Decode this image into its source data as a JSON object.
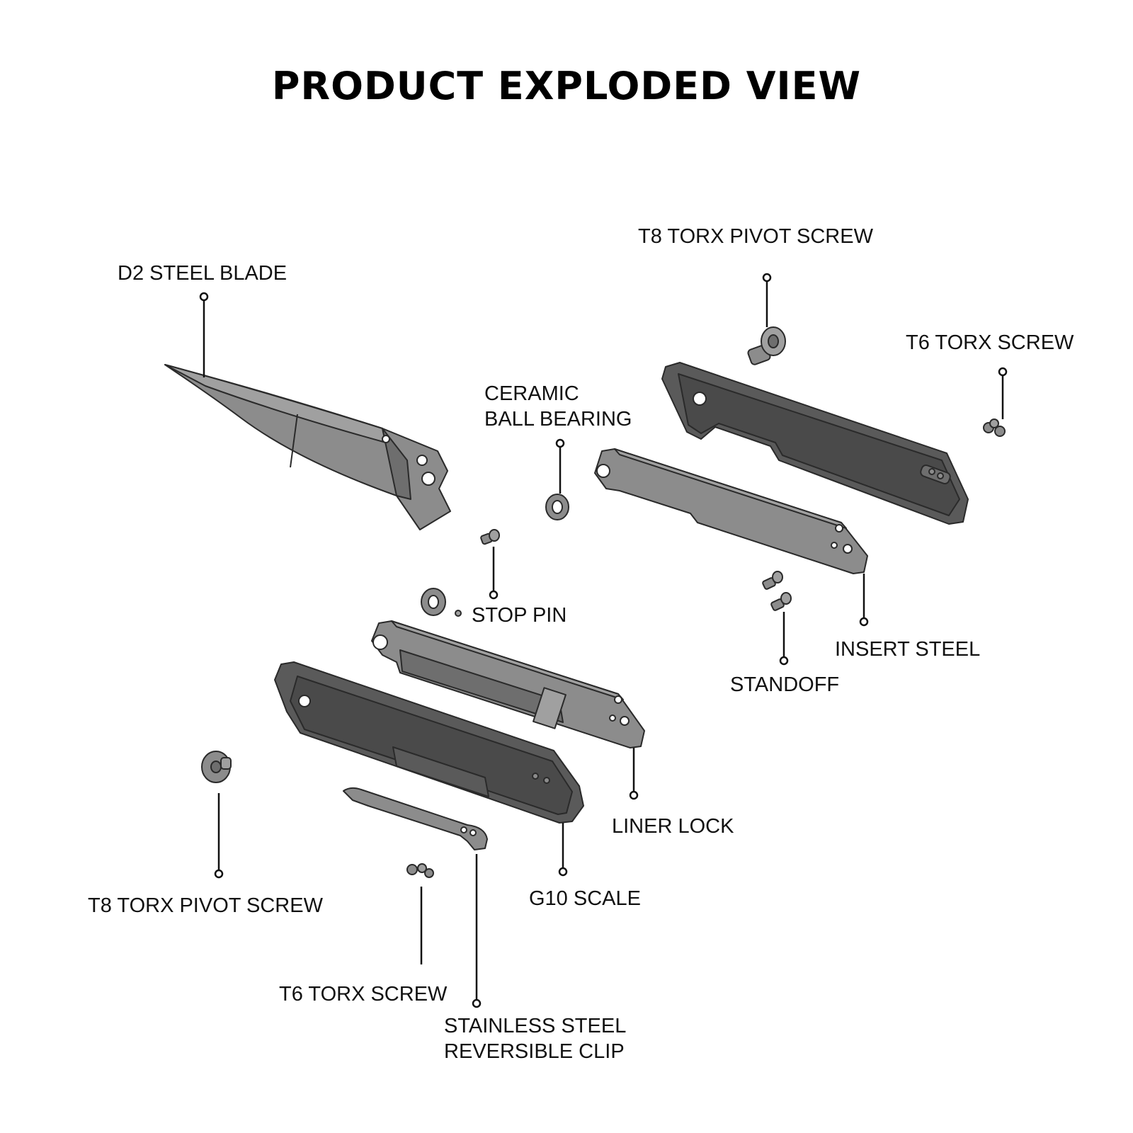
{
  "title": "PRODUCT EXPLODED VIEW",
  "labels": {
    "d2_blade": "D2 STEEL BLADE",
    "t8_pivot_top": "T8 TORX PIVOT SCREW",
    "t6_screw_top": "T6 TORX SCREW",
    "ceramic_line1": "CERAMIC",
    "ceramic_line2": "BALL BEARING",
    "stop_pin": "STOP PIN",
    "insert_steel": "INSERT STEEL",
    "standoff": "STANDOFF",
    "liner_lock": "LINER LOCK",
    "t8_pivot_bottom": "T8 TORX PIVOT SCREW",
    "g10_scale": "G10 SCALE",
    "t6_screw_bottom": "T6 TORX SCREW",
    "clip_line1": "STAINLESS STEEL",
    "clip_line2": "REVERSIBLE CLIP"
  }
}
